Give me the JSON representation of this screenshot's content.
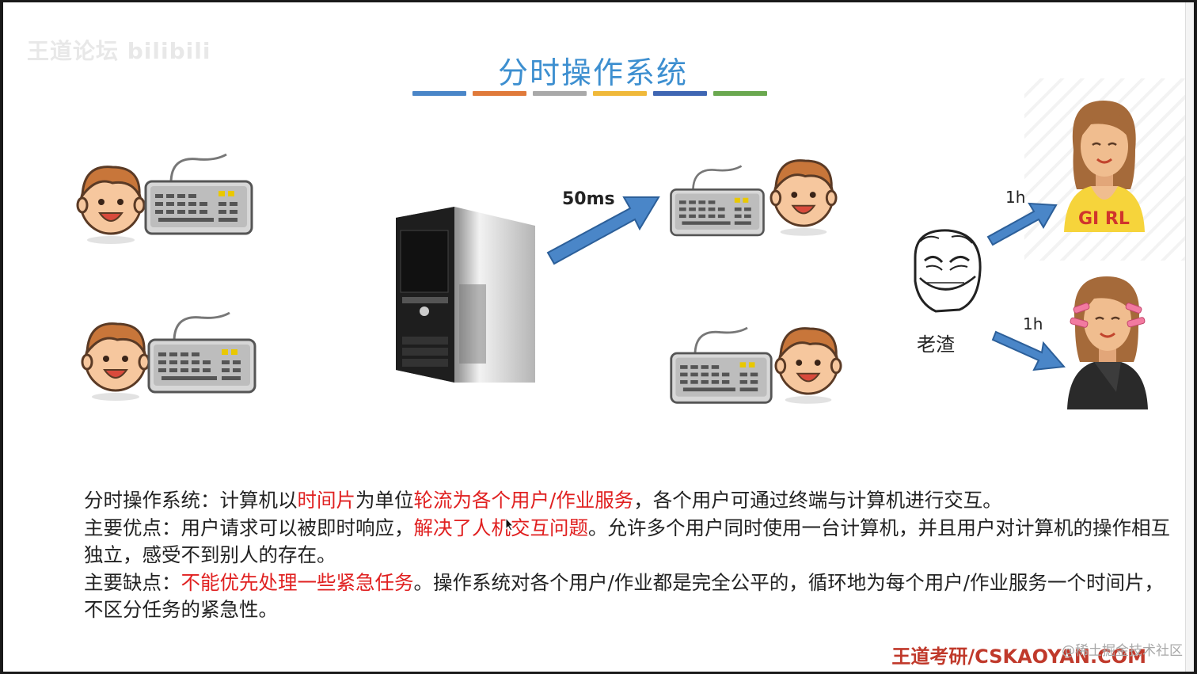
{
  "slide": {
    "title": "分时操作系统",
    "title_color": "#3d8fd0",
    "title_bar_colors": [
      "#4a86c8",
      "#e07a3a",
      "#a9a9a9",
      "#f0b93a",
      "#3f66b3",
      "#6aa84f"
    ],
    "watermark": "王道论坛 bilibili"
  },
  "diagram": {
    "arrow_label_main": "50ms",
    "arrow_label_girl1": "1h",
    "arrow_label_girl2": "1h",
    "person_label": "老渣",
    "girl_shirt_text": "GI RL",
    "icons": [
      "user-face-icon",
      "keyboard-icon",
      "server-tower-icon",
      "troll-face-icon",
      "woman-avatar-icon",
      "arrow-icon"
    ]
  },
  "text": {
    "line1": [
      {
        "t": "分时操作系统：计算机以",
        "hl": false
      },
      {
        "t": "时间片",
        "hl": true
      },
      {
        "t": "为单位",
        "hl": false
      },
      {
        "t": "轮流为各个用户/作业服务",
        "hl": true
      },
      {
        "t": "，各个用户可通过终端与计算机进行交互。",
        "hl": false
      }
    ],
    "line2": [
      {
        "t": "主要优点：用户请求可以被即时响应，",
        "hl": false
      },
      {
        "t": "解决了人机交互问题",
        "hl": true
      },
      {
        "t": "。允许多个用户同时使用一台计算机，并且用户对计算机的操作相互独立，感受不到别人的存在。",
        "hl": false
      }
    ],
    "line3": [
      {
        "t": "主要缺点：",
        "hl": false
      },
      {
        "t": "不能优先处理一些紧急任务",
        "hl": true
      },
      {
        "t": "。操作系统对各个用户/作业都是完全公平的，循环地为每个用户/作业服务一个时间片，不区分任务的紧急性。",
        "hl": false
      }
    ],
    "highlight_color": "#e02020"
  },
  "footer": {
    "brand": "王道考研/CSKAOYAN.COM",
    "watermark": "@稀土掘金技术社区"
  }
}
